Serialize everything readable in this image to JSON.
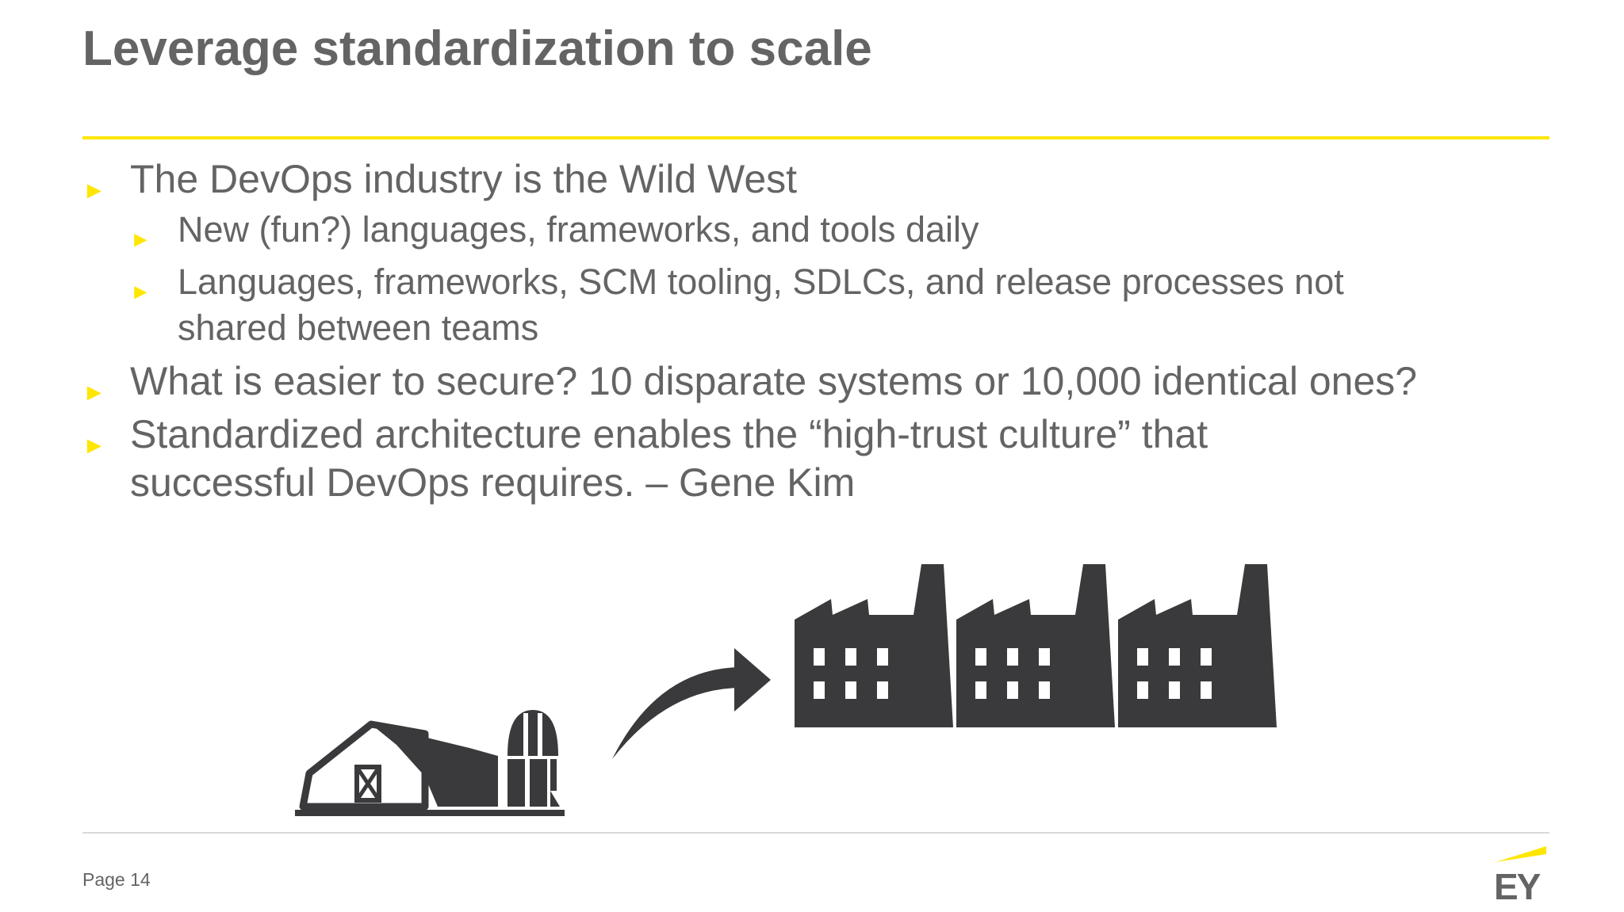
{
  "slide": {
    "title": "Leverage standardization to scale",
    "page_label": "Page 14",
    "logo_text": "EY"
  },
  "bullets": [
    {
      "level": 1,
      "text": "The DevOps industry is the Wild West"
    },
    {
      "level": 2,
      "text": "New (fun?) languages, frameworks, and tools daily"
    },
    {
      "level": 2,
      "text": "Languages, frameworks, SCM tooling, SDLCs, and release processes not shared between teams"
    },
    {
      "level": 1,
      "text": "What is easier to secure? 10 disparate systems or 10,000 identical ones?"
    },
    {
      "level": 1,
      "text": "Standardized architecture enables the “high-trust culture” that successful DevOps requires. – Gene Kim"
    }
  ],
  "icons": {
    "marker": "triangle-right-icon",
    "farm": "barn-silo-icon",
    "arrow": "curved-arrow-icon",
    "factory": "factory-icon"
  },
  "colors": {
    "accent": "#ffe600",
    "text": "#646464",
    "icon": "#3a393b",
    "rule": "#d8d8d8"
  }
}
